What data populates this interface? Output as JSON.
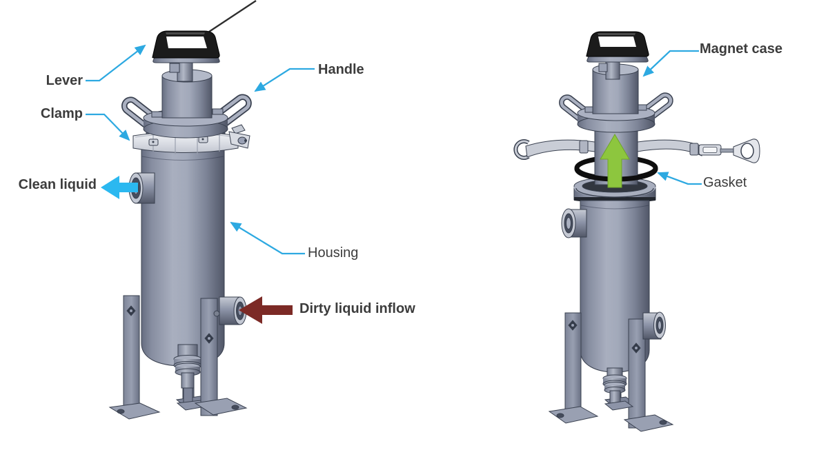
{
  "labels": {
    "lever": "Lever",
    "clamp": "Clamp",
    "clean_liquid": "Clean liquid",
    "handle": "Handle",
    "housing": "Housing",
    "dirty_liquid_inflow": "Dirty liquid inflow",
    "magnet_case": "Magnet case",
    "gasket": "Gasket"
  },
  "colors": {
    "leader_line_blue": "#2da9e1",
    "clean_liquid_arrow": "#2bb8f0",
    "dirty_liquid_arrow": "#7c2a26",
    "lift_direction_arrow": "#8dc63e",
    "metal_body": "#9099ac",
    "clamp_band": "#dcdfe6",
    "lever_grip": "#1b1b1b",
    "gasket_ring": "#0e0e0e",
    "label_text": "#3c3c3c",
    "background": "#ffffff"
  },
  "icons": {
    "clean_liquid_arrow": "left-block-arrow",
    "dirty_liquid_arrow": "left-block-arrow",
    "lift_arrow": "up-block-arrow",
    "leader_arrowhead": "triangle-arrowhead"
  }
}
